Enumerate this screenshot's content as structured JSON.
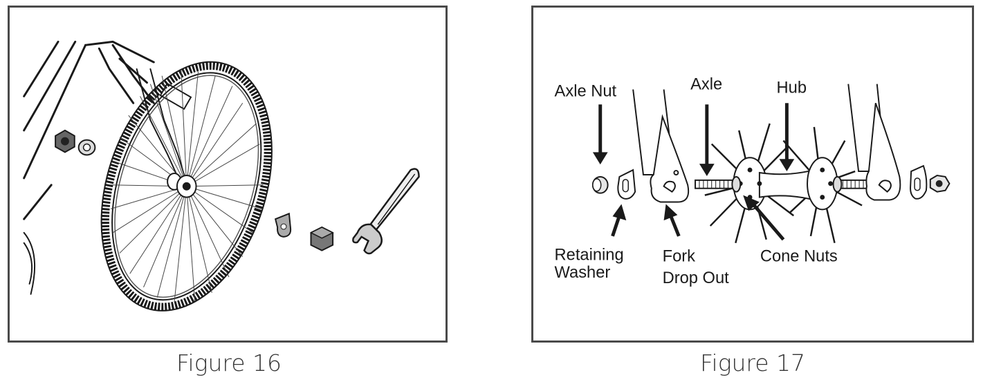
{
  "figures": [
    {
      "caption": "Figure 16"
    },
    {
      "caption": "Figure 17",
      "labels": {
        "axle_nut": "Axle Nut",
        "axle": "Axle",
        "hub": "Hub",
        "retaining_washer_line1": "Retaining",
        "retaining_washer_line2": "Washer",
        "fork_drop_out_line1": "Fork",
        "fork_drop_out_line2": "Drop Out",
        "cone_nuts": "Cone Nuts"
      }
    }
  ]
}
